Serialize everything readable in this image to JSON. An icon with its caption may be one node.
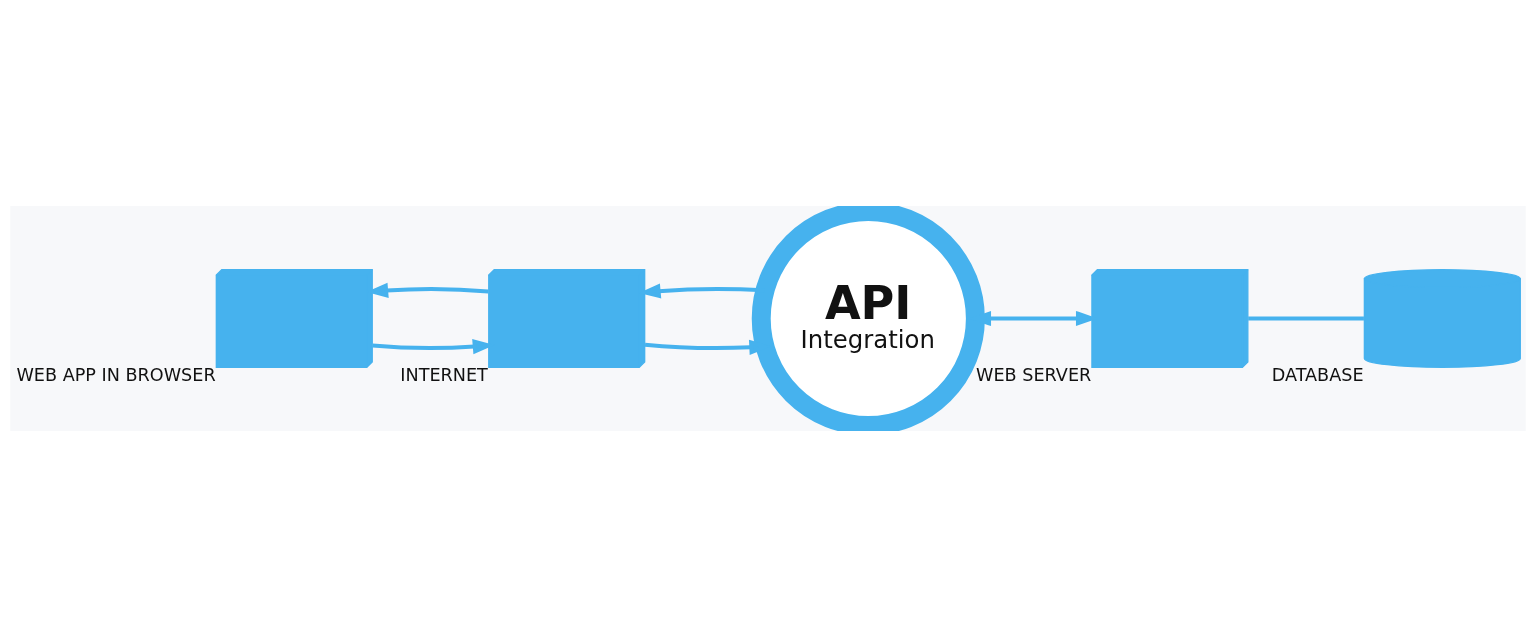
{
  "diagram": {
    "nodes": [
      {
        "text": [],
        "shape": "picture",
        "beside": [
          "WEB APP IN BROWSER"
        ]
      },
      {
        "text": [],
        "shape": "picture",
        "beside": [
          "INTERNET"
        ]
      },
      {
        "text": [
          "API",
          "Integration"
        ]
      },
      {
        "text": [],
        "shape": "picture",
        "beside": [
          "WEB SERVER"
        ]
      },
      {
        "text": [],
        "shape": "cylinder",
        "beside": [
          "DATABASE"
        ]
      }
    ],
    "edges": [
      {
        "from": 1,
        "to": 0,
        "arrow": "to"
      },
      {
        "from": 0,
        "to": 1,
        "arrow": "to"
      },
      {
        "from": 1,
        "to": 2,
        "arrow": "to"
      },
      {
        "from": 2,
        "to": 1,
        "arrow": "to"
      },
      {
        "from": 2,
        "to": 3,
        "arrow": "both"
      },
      {
        "from": 3,
        "to": 4,
        "arrow": "none"
      }
    ]
  }
}
